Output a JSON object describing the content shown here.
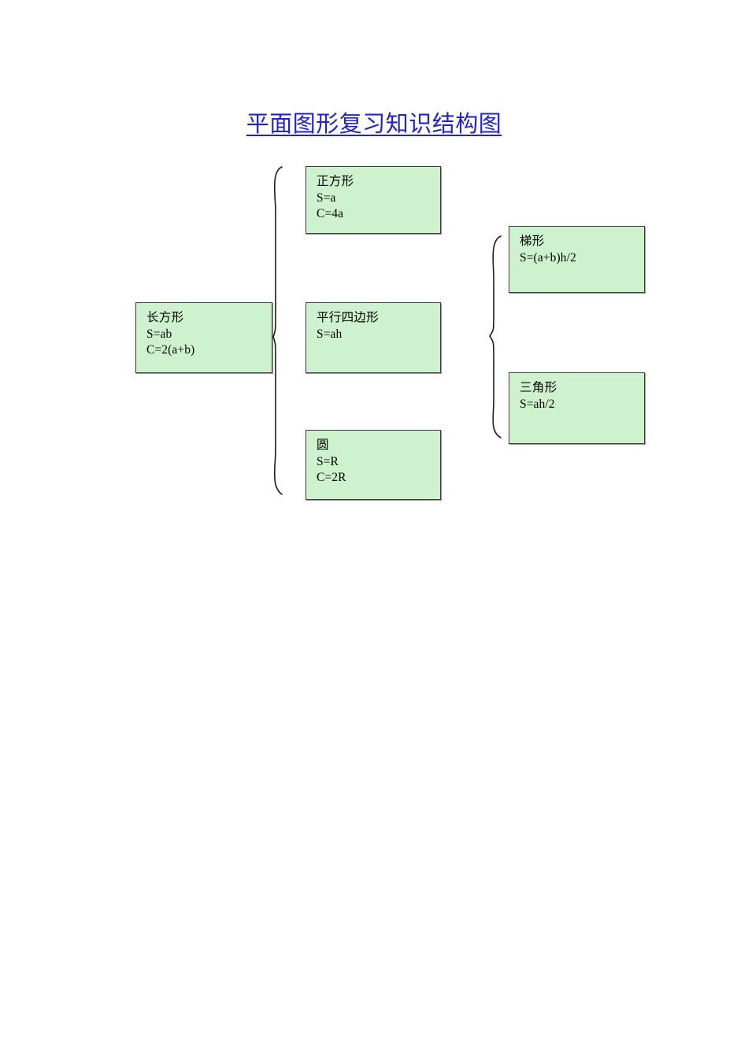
{
  "document": {
    "title": "平面图形复习知识结构图",
    "title_color": "#2222cc",
    "background_color": "#ffffff"
  },
  "theme": {
    "node_fill": "#cdf2cd",
    "node_border": "#3b3b3b",
    "connector_color": "#1a1a1a",
    "text_color": "#000000"
  },
  "diagram": {
    "type": "knowledge-structure-tree",
    "root": {
      "id": "rectangle",
      "name": "长方形",
      "lines": [
        "长方形",
        "S=ab",
        "C=2(a+b)"
      ]
    },
    "level2": [
      {
        "id": "square",
        "name": "正方形",
        "lines": [
          "正方形",
          "S=a",
          "C=4a"
        ]
      },
      {
        "id": "parallelogram",
        "name": "平行四边形",
        "lines": [
          "平行四边形",
          "S=ah"
        ]
      },
      {
        "id": "circle",
        "name": "圆",
        "lines": [
          "圆",
          "S=R",
          "C=2R"
        ]
      }
    ],
    "level3": [
      {
        "id": "trapezoid",
        "name": "梯形",
        "lines": [
          "梯形",
          "S=(a+b)h/2"
        ]
      },
      {
        "id": "triangle",
        "name": "三角形",
        "lines": [
          "三角形",
          "S=ah/2"
        ]
      }
    ],
    "connectors": [
      {
        "id": "brace-left",
        "from": "rectangle",
        "to": [
          "square",
          "parallelogram",
          "circle"
        ]
      },
      {
        "id": "brace-right",
        "from": "parallelogram",
        "to": [
          "trapezoid",
          "triangle"
        ]
      }
    ]
  }
}
